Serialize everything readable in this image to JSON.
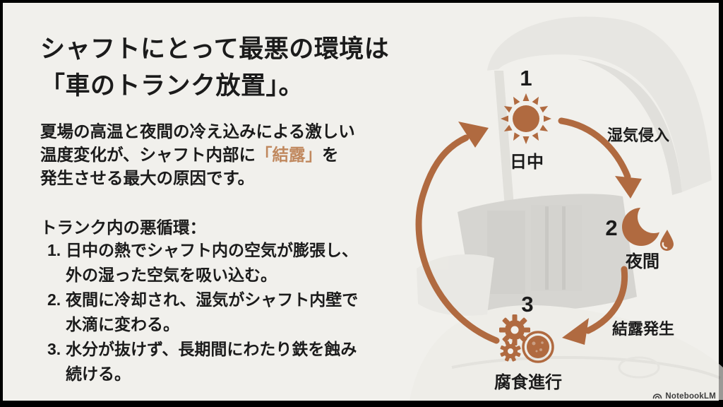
{
  "colors": {
    "background": "#f1f0ec",
    "frame": "#000000",
    "text": "#1b1b1b",
    "accent": "#b06a40",
    "highlight": "#c0885e"
  },
  "title": {
    "line1": "シャフトにとって最悪の環境は",
    "line2": "「車のトランク放置」。"
  },
  "intro": {
    "line1": "夏場の高温と夜間の冷え込みによる激しい",
    "line2_pre": "温度変化が、シャフト内部に",
    "line2_highlight": "「結露」",
    "line2_post": "を",
    "line3": "発生させる最大の原因です。"
  },
  "list": {
    "heading": "トランク内の悪循環：",
    "items": [
      {
        "num": "1.",
        "text": "日中の熱でシャフト内の空気が膨張し、外の湿った空気を吸い込む。"
      },
      {
        "num": "2.",
        "text": "夜間に冷却され、湿気がシャフト内壁で水滴に変わる。"
      },
      {
        "num": "3.",
        "text": "水分が抜けず、長期間にわたり鉄を蝕み続ける。"
      }
    ]
  },
  "diagram": {
    "steps": [
      {
        "num": "1",
        "label": "日中",
        "icon": "sun-icon"
      },
      {
        "num": "2",
        "label": "夜間",
        "icon": "moon-with-droplet-icon"
      },
      {
        "num": "3",
        "label": "腐食進行",
        "icon": "gears-corrosion-icon"
      }
    ],
    "arrows": [
      {
        "label": "湿気侵入"
      },
      {
        "label": "結露発生"
      }
    ]
  },
  "footer": {
    "brand": "NotebookLM"
  }
}
